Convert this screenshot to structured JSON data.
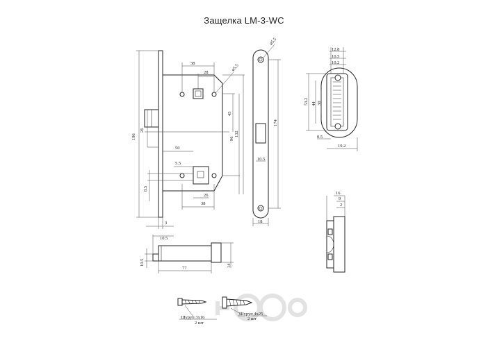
{
  "title": "Защелка LM-3-WC",
  "lock_body": {
    "dims": {
      "d38": "38",
      "d28": "28",
      "d5_5": "ø5.5",
      "d45": "45",
      "d26": "26",
      "d96": "96",
      "d132": "132",
      "d196": "196",
      "d50": "50",
      "d5_5b": "5.5",
      "d8_5": "8.5",
      "d26b": "26",
      "d38b": "38",
      "d3": "3"
    }
  },
  "faceplate": {
    "dims": {
      "d5_5": "ø5.5",
      "d174": "174",
      "d10_5": "10.5",
      "d18": "18"
    }
  },
  "strike": {
    "dims": {
      "d12_8": "12.8",
      "d10_5": "10.5",
      "d10_2": "10.2",
      "d53_2": "53.2",
      "d44": "44",
      "d30": "30",
      "d0_5": "0.5",
      "d19_2": "19.2"
    }
  },
  "side_view": {
    "dims": {
      "d16": "16",
      "d9": "9",
      "d2": "2"
    }
  },
  "latch": {
    "dims": {
      "d10_5a": "10.5",
      "d10_5b": "10.5",
      "d77": "77",
      "d14": "14"
    }
  },
  "screws": [
    {
      "label": "Шуруп 3х16",
      "qty": "2 шт"
    },
    {
      "label": "Шуруп 4х25",
      "qty": "2 шт"
    }
  ]
}
